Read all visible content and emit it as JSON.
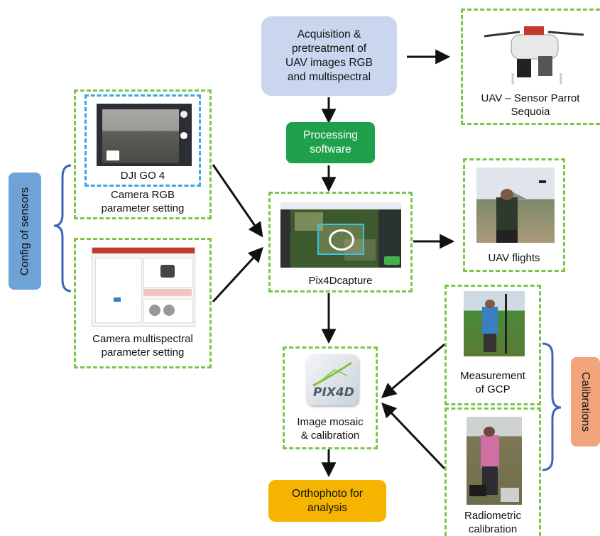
{
  "nodes": {
    "acquisition": "Acquisition &\npretreatment of\nUAV images RGB\nand multispectral",
    "processing": "Processing\nsoftware",
    "pix4dcapture": "Pix4Dcapture",
    "image_mosaic": "Image mosaic\n& calibration",
    "orthophoto": "Orthophoto for\nanalysis",
    "uav_sensor": "UAV – Sensor Parrot\nSequoia",
    "uav_flights": "UAV flights",
    "camera_rgb": "Camera RGB\nparameter setting",
    "dji_go": "DJI GO 4",
    "camera_ms": "Camera multispectral\nparameter setting",
    "gcp": "Measurement\nof GCP",
    "radiometric": "Radiometric\ncalibration",
    "config_sensors": "Config of sensors",
    "calibrations": "Calibrations",
    "pix4d_logo": "PIX4D"
  },
  "colors": {
    "dash_border": "#7cc54b",
    "acquisition_fill": "#c9d6ee",
    "processing_fill": "#1fa04a",
    "orthophoto_fill": "#f5b400",
    "config_fill": "#6fa3d8",
    "calibrations_fill": "#f2a57c",
    "bracket": "#3f63b8",
    "dji_dash": "#3aa6e6"
  },
  "icons": [
    "drone-photo",
    "field-operator-photo",
    "gcp-survey-photo",
    "radiometric-photo",
    "dji-screen",
    "ms-settings-screen",
    "pix4dcapture-screen",
    "pix4d-logo"
  ]
}
